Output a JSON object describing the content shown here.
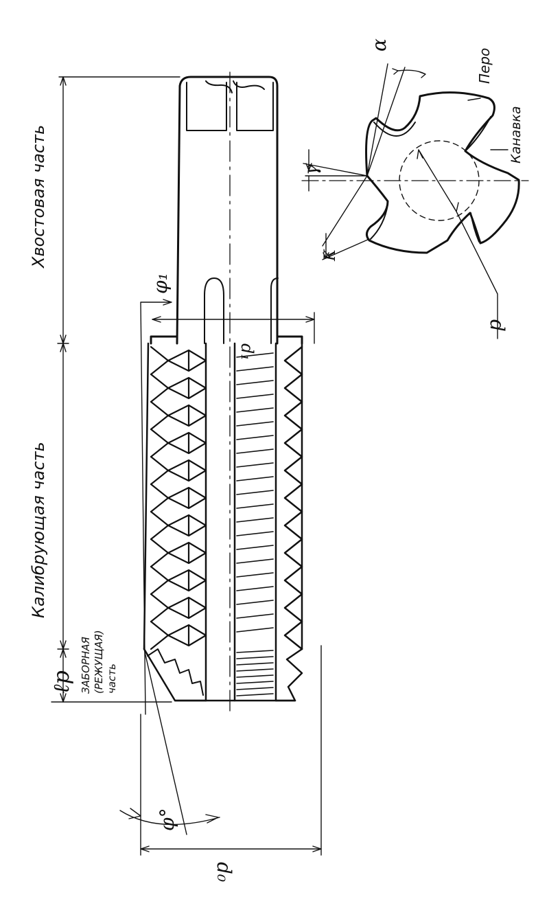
{
  "diagram": {
    "main_view": {
      "sections": {
        "shank": "Хвостовая часть",
        "calibrating": "Калибрующая часть",
        "intake_line1": "ЗАБОРНАЯ",
        "intake_line2": "(РЕЖУЩАЯ)",
        "intake_line3": "часть"
      },
      "dimensions": {
        "lp": "ℓр",
        "phi1": "φ₁",
        "d1": "d₁",
        "phi0": "φ°",
        "d0": "d₀"
      }
    },
    "section_view": {
      "labels": {
        "pero": "Перо",
        "kanavka": "Канавка",
        "alpha": "α",
        "gamma": "γ",
        "k": "К",
        "d": "d"
      }
    }
  },
  "colors": {
    "ink": "#111111",
    "paper": "#ffffff"
  }
}
